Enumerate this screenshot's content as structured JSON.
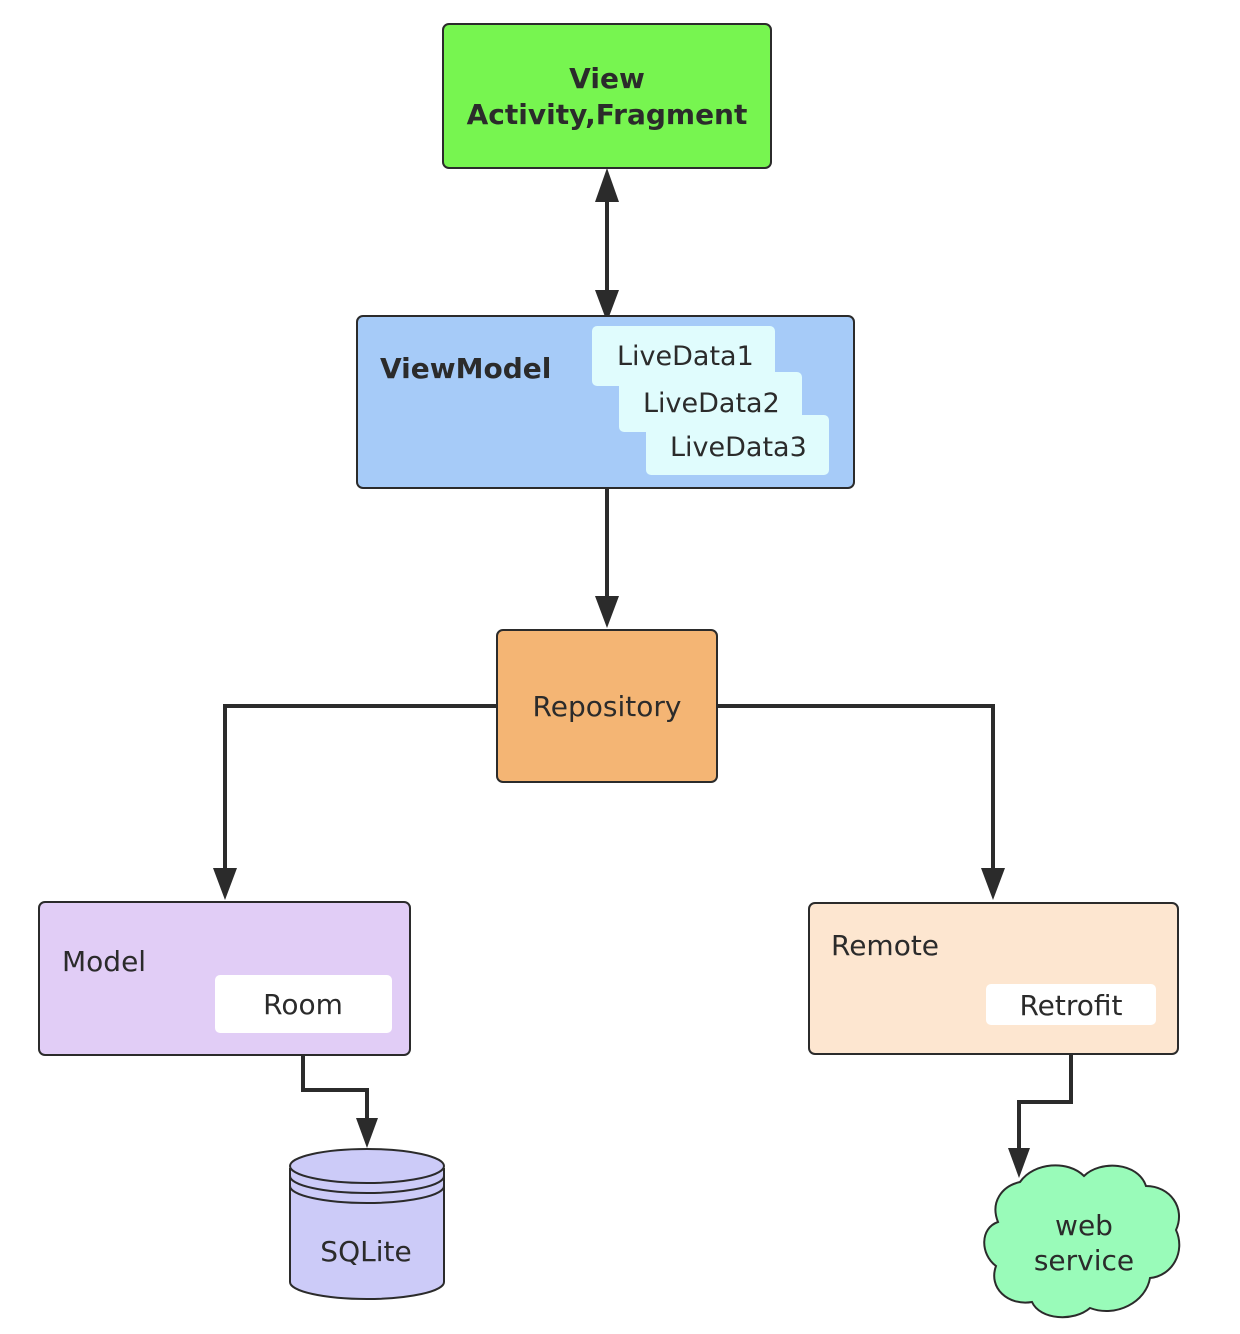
{
  "nodes": {
    "view": {
      "title": "View",
      "subtitle": "Activity,Fragment",
      "fill": "#77f550"
    },
    "viewmodel": {
      "title": "ViewModel",
      "fill": "#a6cbf8",
      "livedata": [
        "LiveData1",
        "LiveData2",
        "LiveData3"
      ],
      "livedata_fill": "#e0fcfd"
    },
    "repository": {
      "title": "Repository",
      "fill": "#f4b574"
    },
    "model": {
      "title": "Model",
      "fill": "#e1cdf6",
      "inner": "Room"
    },
    "remote": {
      "title": "Remote",
      "fill": "#fde6d0",
      "inner": "Retrofit"
    },
    "sqlite": {
      "title": "SQLite",
      "fill": "#cccbf8"
    },
    "webservice": {
      "line1": "web",
      "line2": "service",
      "fill": "#99fbb9"
    }
  },
  "edges": [
    {
      "from": "view",
      "to": "viewmodel",
      "direction": "both"
    },
    {
      "from": "viewmodel",
      "to": "repository",
      "direction": "forward"
    },
    {
      "from": "repository",
      "to": "model",
      "direction": "forward"
    },
    {
      "from": "repository",
      "to": "remote",
      "direction": "forward"
    },
    {
      "from": "room",
      "to": "sqlite",
      "direction": "forward"
    },
    {
      "from": "retrofit",
      "to": "webservice",
      "direction": "forward"
    }
  ],
  "colors": {
    "stroke": "#2b2b2b",
    "inner_white": "#ffffff"
  }
}
